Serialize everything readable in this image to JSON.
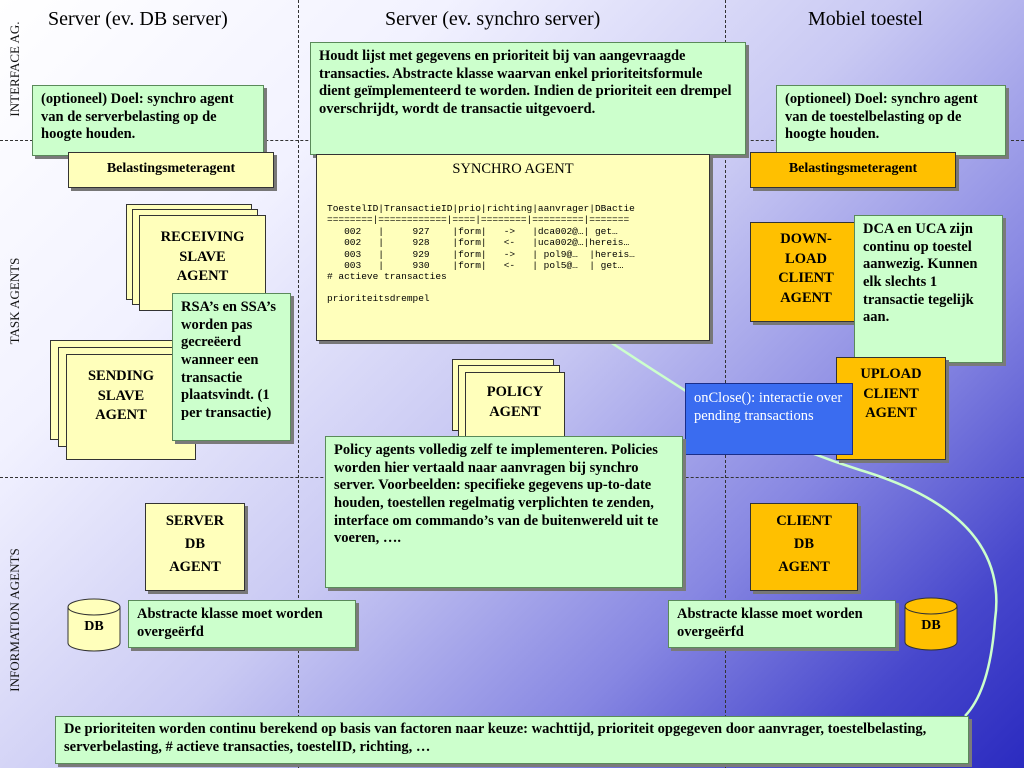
{
  "columns": {
    "server_db": "Server (ev. DB server)",
    "server_synchro": "Server (ev. synchro server)",
    "mobile": "Mobiel toestel"
  },
  "rows": {
    "interface": "INTERFACE AG.",
    "task": "TASK AGENTS",
    "information": "INFORMATION AGENTS"
  },
  "notes": {
    "server_load_goal": "(optioneel) Doel: synchro agent van de serverbelasting op de hoogte houden.",
    "device_load_goal": "(optioneel) Doel: synchro agent van de toestelbelasting op de hoogte houden.",
    "synchro_desc": "Houdt lijst met gegevens en prioriteit bij van aangevraagde transacties.  Abstracte klasse waarvan enkel prioriteitsformule dient geïmplementeerd te worden.  Indien de prioriteit een drempel overschrijdt, wordt de transactie uitgevoerd.",
    "rsa_ssa": "RSA’s en SSA’s worden pas gecreëerd wanneer een transactie plaatsvindt. (1 per transactie)",
    "dca_uca": "DCA en UCA zijn continu op toestel aanwezig. Kunnen elk slechts 1 transactie tegelijk aan.",
    "onclose": "onClose(): interactie over pending transactions",
    "policy_desc": "Policy agents volledig zelf te implementeren. Policies worden hier vertaald naar aanvragen bij synchro server. Voorbeelden: specifieke gegevens up-to-date houden, toestellen regelmatig verplichten te zenden, interface om commando’s van de buitenwereld uit te voeren, ….",
    "abstract_left": "Abstracte klasse moet worden overgeërfd",
    "abstract_right": "Abstracte klasse moet worden overgeërfd",
    "priorities": "De prioriteiten worden continu berekend op basis van factoren naar keuze: wachttijd, prioriteit opgegeven door aanvrager, toestelbelasting, serverbelasting,  # actieve transacties, toestelID, richting, …"
  },
  "agents": {
    "load_meter_left": "Belastingsmeteragent",
    "load_meter_right": "Belastingsmeteragent",
    "synchro_title": "SYNCHRO AGENT",
    "synchro_table": "ToestelID|TransactieID|prio|richting|aanvrager|DBactie\n========|============|====|========|=========|=======\n   002   |     927    |form|   ->   |dca002@…| get…\n   002   |     928    |form|   <-   |uca002@…|hereis…\n   003   |     929    |form|   ->   | pol9@…  |hereis…\n   003   |     930    |form|   <-   | pol5@…  | get…",
    "synchro_active": "# actieve transacties",
    "synchro_threshold": "prioriteitsdrempel",
    "receiving": [
      "RECEIVING",
      "SLAVE",
      "AGENT"
    ],
    "sending": [
      "SENDING",
      "SLAVE",
      "AGENT"
    ],
    "policy": [
      "POLICY",
      "AGENT"
    ],
    "download": [
      "DOWN-",
      "LOAD",
      "CLIENT",
      "AGENT"
    ],
    "upload": [
      "UPLOAD",
      "CLIENT",
      "AGENT"
    ],
    "server_db": [
      "SERVER",
      "DB",
      "AGENT"
    ],
    "client_db": [
      "CLIENT",
      "DB",
      "AGENT"
    ],
    "db_left": "DB",
    "db_right": "DB"
  },
  "colors": {
    "note_green": "#ccffcc",
    "agent_yellow": "#ffffbb",
    "agent_orange": "#ffc000",
    "note_blue": "#3a6cf0",
    "connector": "#ccffcc"
  }
}
